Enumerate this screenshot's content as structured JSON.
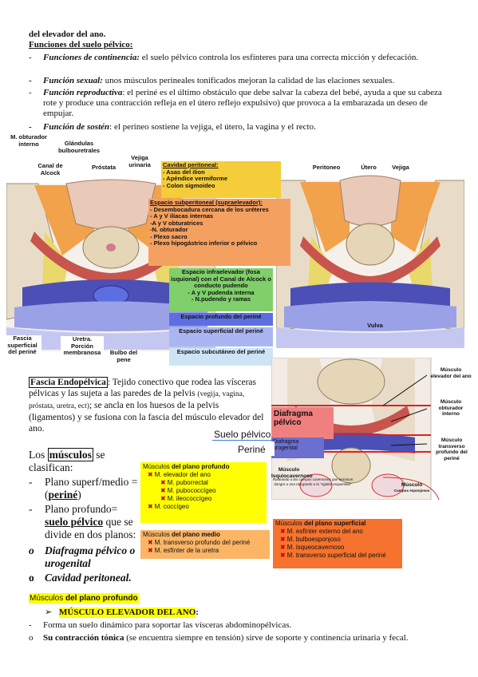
{
  "top": {
    "line0": "del elevador del ano.",
    "heading": "Funciones del suelo pélvico:",
    "bullets": [
      {
        "marker": "-",
        "term": "Funciones de continencia:",
        "text": " el suelo pélvico controla los esfínteres para una correcta micción y defecación."
      },
      {
        "marker": "-",
        "term": "Función sexual:",
        "text": " unos músculos perineales tonificados mejoran la calidad de las elaciones sexuales."
      },
      {
        "marker": "-",
        "term": "Función reproductiva",
        "text": ": el periné es el último obstáculo que debe salvar la cabeza del bebé, ayuda a que su cabeza rote y produce una contracción refleja en el útero reflejo expulsivo) que provoca a la embarazada un deseo de empujar."
      },
      {
        "marker": "-",
        "term": "Función de sostén",
        "text": ": el perineo sostiene la vejiga, el útero, la vagina y el recto."
      }
    ]
  },
  "figure1": {
    "left_labels": {
      "obturador": "M. obturador interno",
      "glandulas": "Glándulas bulbouretrales",
      "canal": "Canal de Alcock",
      "prostata": "Próstata",
      "vejiga": "Vejiga urinaria",
      "fascia": "Fascia superficial del periné",
      "uretra": "Uretra. Porción membranosa",
      "bulbo": "Bulbo del pene"
    },
    "right_labels": {
      "peritoneo": "Peritoneo",
      "utero": "Útero",
      "vejiga": "Vejiga",
      "vulva": "Vulva"
    },
    "boxes": {
      "cavidad_title": "Cavidad peritoneal:",
      "cavidad_items": [
        "- Asas del ilion",
        "- Apéndice vermiforme",
        "- Colon sigmoideo"
      ],
      "subperitoneal_title": "Espacio subperitoneal (supraelevador):",
      "subperitoneal_items": [
        "- Desembocadura cercana de los uréteres",
        "- A y V ilíacas internas",
        "-A y V obturatrices",
        "-N. obturador",
        "- Plexo sacro",
        "- Plexo hipogástrico inferior o pélvico"
      ],
      "infraelevador_title": "Espacio infraelevador (fosa isquional) con el Canal de Alcock o conducto pudendo",
      "infraelevador_items": [
        "- A y V pudenda interna",
        "- N.pudendo y ramas"
      ],
      "profundo": "Espacio profundo del periné",
      "superficial": "Espacio superficial del periné",
      "subcutaneo": "Espacio subcutáneo del periné"
    }
  },
  "fascia": {
    "term": "Fascia Endopélvica",
    "text1": ": Tejido conectivo que rodea las vísceras pélvicas y las sujeta a las paredes de la pelvis ",
    "text_small": "(vegija, vagina, próstata, uretra, ect)",
    "text2": "; se ancla en los huesos de la pelvis (ligamentos) y se fusiona con la fascia del músculo elevador del ano."
  },
  "musculos": {
    "intro1": "Los ",
    "intro_boxed": "músculos",
    "intro2": " se clasifican:",
    "items": [
      {
        "marker": "-",
        "text": "Plano superf/medio = (",
        "bold": "periné",
        "after": ")"
      },
      {
        "marker": "-",
        "text": "Plano profundo= ",
        "bold": "suelo pélvico",
        "after": " que se divide en dos planos:"
      }
    ],
    "sub": [
      {
        "marker": "o",
        "text": "Diafragma pélvico o urogenital"
      },
      {
        "marker": "o",
        "text": "Cavidad peritoneal."
      }
    ]
  },
  "figure2": {
    "suelo": "Suelo pélvico",
    "perine": "Periné",
    "diafragma_pelvico": "Diafragma pélvico",
    "diafragma_urogenital": "Diafragma urogenital",
    "isquiocavernoso": "Músculo Isquiocavernoso",
    "isquio_note": "Rodeando a los cuerpos cavernosos que terminan dangre a ana otorgando a la \"rigidez esquenilda\"",
    "elevador": "Músculo elevador del ano",
    "obturador": "Músculo obturador interno",
    "transverso": "Músculo transverso profundo del periné",
    "musculo": "Músculo",
    "musculo_sub": "Cuerpos esponjosos"
  },
  "muscle_boxes": {
    "profundo": {
      "title_a": "Músculos ",
      "title_b": "del plano profundo",
      "items": [
        {
          "text": "M. elevador del ano",
          "indent": 1
        },
        {
          "text": "M. puborrectal",
          "indent": 2
        },
        {
          "text": "M. pubococcígeo",
          "indent": 2
        },
        {
          "text": "M. ileococcígeo",
          "indent": 2
        },
        {
          "text": "M. coccígeo",
          "indent": 1
        }
      ]
    },
    "medio": {
      "title_a": "Músculos ",
      "title_b": "del plano medio",
      "items": [
        {
          "text": "M. transverso profundo del periné",
          "indent": 1
        },
        {
          "text": "M. esfínter de la uretra",
          "indent": 1
        }
      ]
    },
    "superficial": {
      "title_a": "Músculos ",
      "title_b": "del plano superficial",
      "items": [
        {
          "text": "M. esfínter externo del ano",
          "indent": 1
        },
        {
          "text": "M. bulboesponjoso",
          "indent": 1
        },
        {
          "text": "M. isqueocavernoso",
          "indent": 1
        },
        {
          "text": "M. transverso superficial del periné",
          "indent": 1
        }
      ]
    }
  },
  "bottom": {
    "highlight_a": "Músculos ",
    "highlight_b": "del plano profundo",
    "arrow": "➢",
    "title": "MÚSCULO ELEVADOR DEL ANO",
    "title_colon": ":",
    "items": [
      {
        "marker": "-",
        "bold": "",
        "text": "Forma un suelo dinámico para soportar las vísceras abdominopélvicas."
      },
      {
        "marker": "o",
        "bold": "Su contracción tónica",
        "text": " (se encuentra siempre en tensión) sirve de soporte y continencia urinaria y fecal."
      }
    ]
  },
  "colors": {
    "yellow_box": "#f5cc3a",
    "orange_box": "#f4a060",
    "green_box": "#7fcf6a",
    "blue_box": "#5d6fe0",
    "lavender_box": "#a9b6f2",
    "light_blue_box": "#cde4f4",
    "highlight_yellow": "#ffff00",
    "muscle_orange": "#fbb565",
    "muscle_red_orange": "#f5732e"
  }
}
